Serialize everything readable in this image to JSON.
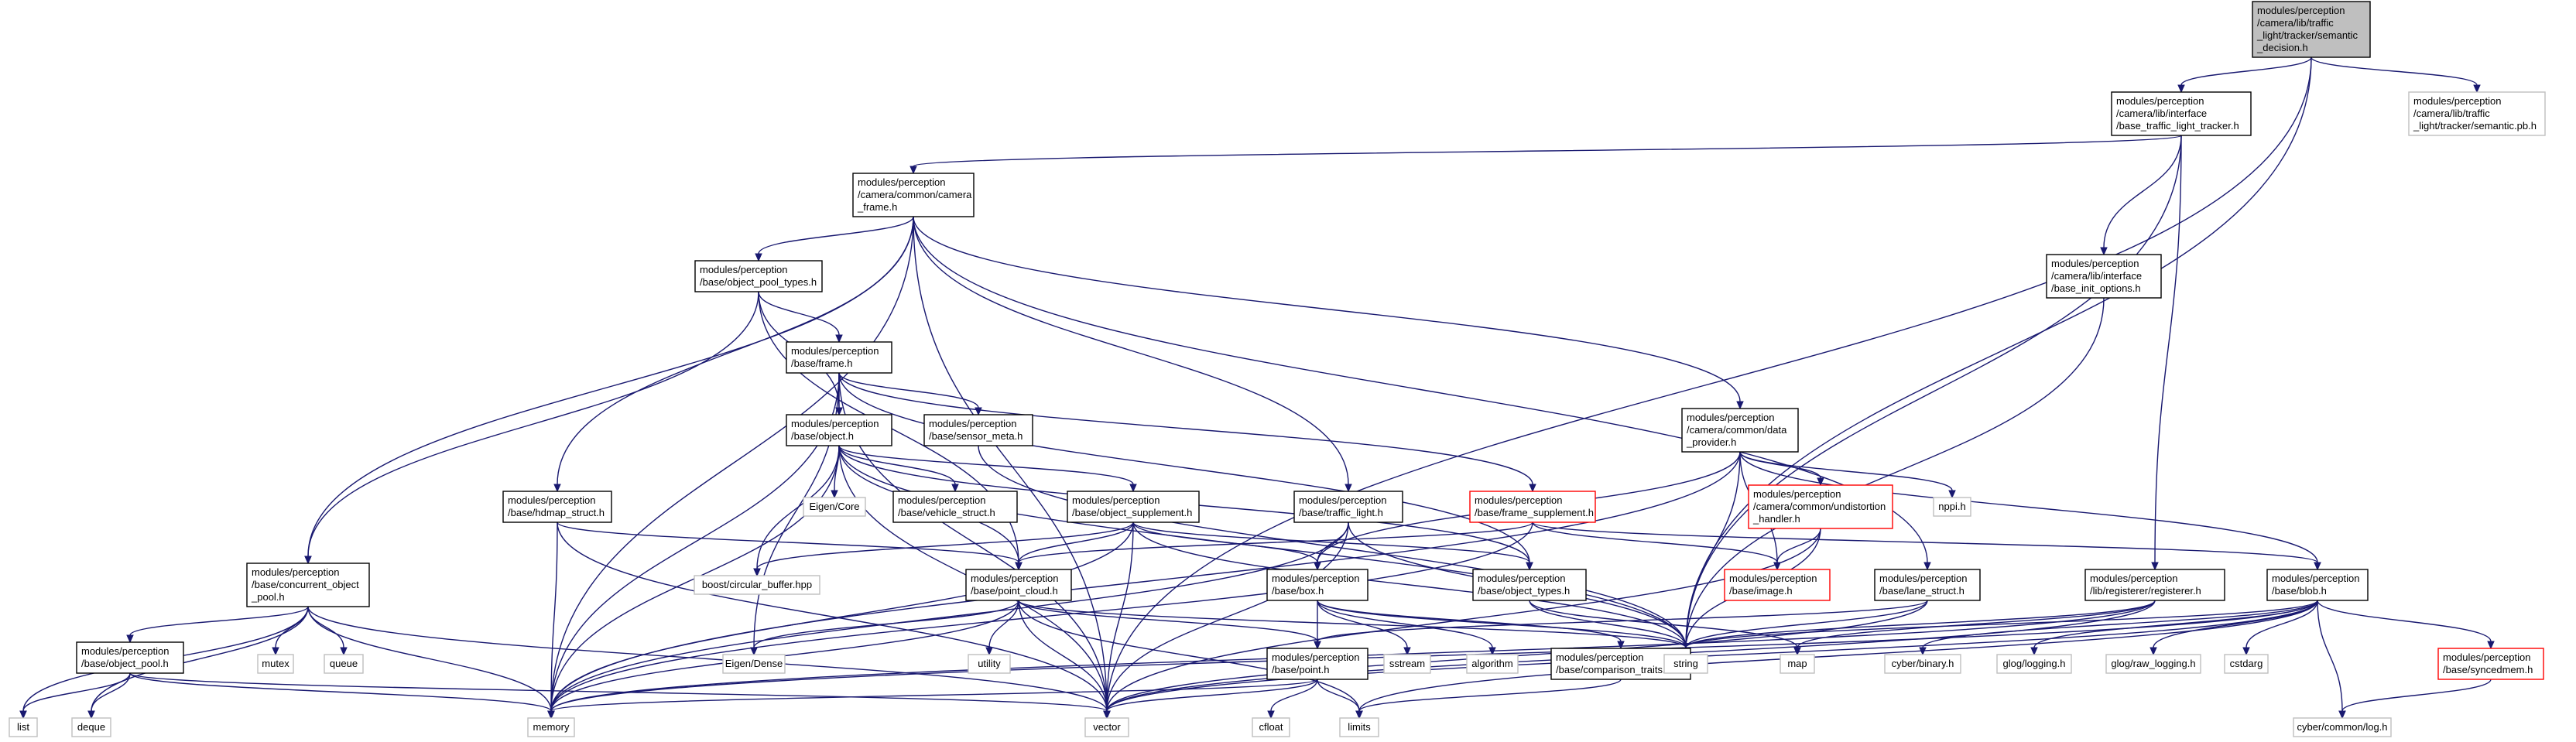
{
  "graph": {
    "nodes": [
      {
        "id": "root",
        "style": "root",
        "lines": [
          "modules/perception",
          "/camera/lib/traffic",
          "_light/tracker/semantic",
          "_decision.h"
        ]
      },
      {
        "id": "tracker_iface",
        "style": "std",
        "lines": [
          "modules/perception",
          "/camera/lib/interface",
          "/base_traffic_light_tracker.h"
        ]
      },
      {
        "id": "semantic_pb",
        "style": "ext",
        "lines": [
          "modules/perception",
          "/camera/lib/traffic",
          "_light/tracker/semantic.pb.h"
        ]
      },
      {
        "id": "camera_frame",
        "style": "std",
        "lines": [
          "modules/perception",
          "/camera/common/camera",
          "_frame.h"
        ]
      },
      {
        "id": "init_options",
        "style": "std",
        "lines": [
          "modules/perception",
          "/camera/lib/interface",
          "/base_init_options.h"
        ]
      },
      {
        "id": "object_pool_types",
        "style": "std",
        "lines": [
          "modules/perception",
          "/base/object_pool_types.h"
        ]
      },
      {
        "id": "frame",
        "style": "std",
        "lines": [
          "modules/perception",
          "/base/frame.h"
        ]
      },
      {
        "id": "data_provider",
        "style": "std",
        "lines": [
          "modules/perception",
          "/camera/common/data",
          "_provider.h"
        ]
      },
      {
        "id": "object",
        "style": "std",
        "lines": [
          "modules/perception",
          "/base/object.h"
        ]
      },
      {
        "id": "sensor_meta",
        "style": "std",
        "lines": [
          "modules/perception",
          "/base/sensor_meta.h"
        ]
      },
      {
        "id": "eigen_core",
        "style": "ext",
        "lines": [
          "Eigen/Core"
        ]
      },
      {
        "id": "vehicle_struct",
        "style": "std",
        "lines": [
          "modules/perception",
          "/base/vehicle_struct.h"
        ]
      },
      {
        "id": "hdmap_struct",
        "style": "std",
        "lines": [
          "modules/perception",
          "/base/hdmap_struct.h"
        ]
      },
      {
        "id": "object_supplement",
        "style": "std",
        "lines": [
          "modules/perception",
          "/base/object_supplement.h"
        ]
      },
      {
        "id": "traffic_light",
        "style": "std",
        "lines": [
          "modules/perception",
          "/base/traffic_light.h"
        ]
      },
      {
        "id": "frame_supplement",
        "style": "red",
        "lines": [
          "modules/perception",
          "/base/frame_supplement.h"
        ]
      },
      {
        "id": "undistortion",
        "style": "red",
        "lines": [
          "modules/perception",
          "/camera/common/undistortion",
          "_handler.h"
        ]
      },
      {
        "id": "nppi",
        "style": "ext",
        "lines": [
          "nppi.h"
        ]
      },
      {
        "id": "concurrent_pool",
        "style": "std",
        "lines": [
          "modules/perception",
          "/base/concurrent_object",
          "_pool.h"
        ]
      },
      {
        "id": "circular_buffer",
        "style": "ext",
        "lines": [
          "boost/circular_buffer.hpp"
        ]
      },
      {
        "id": "point_cloud",
        "style": "std",
        "lines": [
          "modules/perception",
          "/base/point_cloud.h"
        ]
      },
      {
        "id": "box",
        "style": "std",
        "lines": [
          "modules/perception",
          "/base/box.h"
        ]
      },
      {
        "id": "object_types",
        "style": "std",
        "lines": [
          "modules/perception",
          "/base/object_types.h"
        ]
      },
      {
        "id": "image",
        "style": "red",
        "lines": [
          "modules/perception",
          "/base/image.h"
        ]
      },
      {
        "id": "lane_struct",
        "style": "std",
        "lines": [
          "modules/perception",
          "/base/lane_struct.h"
        ]
      },
      {
        "id": "registerer",
        "style": "std",
        "lines": [
          "modules/perception",
          "/lib/registerer/registerer.h"
        ]
      },
      {
        "id": "blob",
        "style": "std",
        "lines": [
          "modules/perception",
          "/base/blob.h"
        ]
      },
      {
        "id": "object_pool",
        "style": "std",
        "lines": [
          "modules/perception",
          "/base/object_pool.h"
        ]
      },
      {
        "id": "mutex",
        "style": "ext",
        "lines": [
          "mutex"
        ]
      },
      {
        "id": "queue",
        "style": "ext",
        "lines": [
          "queue"
        ]
      },
      {
        "id": "eigen_dense",
        "style": "ext",
        "lines": [
          "Eigen/Dense"
        ]
      },
      {
        "id": "utility",
        "style": "ext",
        "lines": [
          "utility"
        ]
      },
      {
        "id": "point",
        "style": "std",
        "lines": [
          "modules/perception",
          "/base/point.h"
        ]
      },
      {
        "id": "sstream",
        "style": "ext",
        "lines": [
          "sstream"
        ]
      },
      {
        "id": "algorithm",
        "style": "ext",
        "lines": [
          "algorithm"
        ]
      },
      {
        "id": "comparison_traits",
        "style": "std",
        "lines": [
          "modules/perception",
          "/base/comparison_traits.h"
        ]
      },
      {
        "id": "string",
        "style": "ext",
        "lines": [
          "string"
        ]
      },
      {
        "id": "map",
        "style": "ext",
        "lines": [
          "map"
        ]
      },
      {
        "id": "cyber_binary",
        "style": "ext",
        "lines": [
          "cyber/binary.h"
        ]
      },
      {
        "id": "glog_logging",
        "style": "ext",
        "lines": [
          "glog/logging.h"
        ]
      },
      {
        "id": "glog_raw",
        "style": "ext",
        "lines": [
          "glog/raw_logging.h"
        ]
      },
      {
        "id": "cstdarg",
        "style": "ext",
        "lines": [
          "cstdarg"
        ]
      },
      {
        "id": "syncedmem",
        "style": "red",
        "lines": [
          "modules/perception",
          "/base/syncedmem.h"
        ]
      },
      {
        "id": "list",
        "style": "ext",
        "lines": [
          "list"
        ]
      },
      {
        "id": "deque",
        "style": "ext",
        "lines": [
          "deque"
        ]
      },
      {
        "id": "memory",
        "style": "ext",
        "lines": [
          "memory"
        ]
      },
      {
        "id": "vector",
        "style": "ext",
        "lines": [
          "vector"
        ]
      },
      {
        "id": "cfloat",
        "style": "ext",
        "lines": [
          "cfloat"
        ]
      },
      {
        "id": "limits",
        "style": "ext",
        "lines": [
          "limits"
        ]
      },
      {
        "id": "cyber_log",
        "style": "ext",
        "lines": [
          "cyber/common/log.h"
        ]
      }
    ],
    "edges": [
      [
        "root",
        "tracker_iface"
      ],
      [
        "root",
        "semantic_pb"
      ],
      [
        "root",
        "string"
      ],
      [
        "root",
        "vector"
      ],
      [
        "tracker_iface",
        "camera_frame"
      ],
      [
        "tracker_iface",
        "init_options"
      ],
      [
        "tracker_iface",
        "registerer"
      ],
      [
        "tracker_iface",
        "string"
      ],
      [
        "camera_frame",
        "object_pool_types"
      ],
      [
        "camera_frame",
        "hdmap_struct"
      ],
      [
        "camera_frame",
        "traffic_light"
      ],
      [
        "camera_frame",
        "data_provider"
      ],
      [
        "camera_frame",
        "lane_struct"
      ],
      [
        "camera_frame",
        "concurrent_pool"
      ],
      [
        "camera_frame",
        "memory"
      ],
      [
        "camera_frame",
        "vector"
      ],
      [
        "init_options",
        "string"
      ],
      [
        "object_pool_types",
        "frame"
      ],
      [
        "object_pool_types",
        "object"
      ],
      [
        "object_pool_types",
        "point_cloud"
      ],
      [
        "object_pool_types",
        "concurrent_pool"
      ],
      [
        "frame",
        "object"
      ],
      [
        "frame",
        "sensor_meta"
      ],
      [
        "frame",
        "frame_supplement"
      ],
      [
        "frame",
        "object_types"
      ],
      [
        "frame",
        "eigen_dense"
      ],
      [
        "frame",
        "memory"
      ],
      [
        "frame",
        "vector"
      ],
      [
        "data_provider",
        "box"
      ],
      [
        "data_provider",
        "image"
      ],
      [
        "data_provider",
        "undistortion"
      ],
      [
        "data_provider",
        "blob"
      ],
      [
        "data_provider",
        "nppi"
      ],
      [
        "data_provider",
        "string"
      ],
      [
        "data_provider",
        "memory"
      ],
      [
        "object",
        "eigen_core"
      ],
      [
        "object",
        "vehicle_struct"
      ],
      [
        "object",
        "object_supplement"
      ],
      [
        "object",
        "object_types"
      ],
      [
        "object",
        "point_cloud"
      ],
      [
        "object",
        "circular_buffer"
      ],
      [
        "object",
        "string"
      ],
      [
        "object",
        "vector"
      ],
      [
        "object",
        "memory"
      ],
      [
        "sensor_meta",
        "string"
      ],
      [
        "hdmap_struct",
        "point_cloud"
      ],
      [
        "hdmap_struct",
        "memory"
      ],
      [
        "hdmap_struct",
        "vector"
      ],
      [
        "object_supplement",
        "point_cloud"
      ],
      [
        "object_supplement",
        "box"
      ],
      [
        "object_supplement",
        "object_types"
      ],
      [
        "object_supplement",
        "circular_buffer"
      ],
      [
        "object_supplement",
        "vector"
      ],
      [
        "object_supplement",
        "string"
      ],
      [
        "object_supplement",
        "memory"
      ],
      [
        "traffic_light",
        "box"
      ],
      [
        "traffic_light",
        "memory"
      ],
      [
        "traffic_light",
        "vector"
      ],
      [
        "traffic_light",
        "string"
      ],
      [
        "frame_supplement",
        "image"
      ],
      [
        "frame_supplement",
        "blob"
      ],
      [
        "frame_supplement",
        "point_cloud"
      ],
      [
        "frame_supplement",
        "memory"
      ],
      [
        "undistortion",
        "image"
      ],
      [
        "undistortion",
        "string"
      ],
      [
        "undistortion",
        "vector"
      ],
      [
        "concurrent_pool",
        "object_pool"
      ],
      [
        "concurrent_pool",
        "list"
      ],
      [
        "concurrent_pool",
        "mutex"
      ],
      [
        "concurrent_pool",
        "queue"
      ],
      [
        "concurrent_pool",
        "deque"
      ],
      [
        "concurrent_pool",
        "memory"
      ],
      [
        "concurrent_pool",
        "vector"
      ],
      [
        "point_cloud",
        "point"
      ],
      [
        "point_cloud",
        "eigen_dense"
      ],
      [
        "point_cloud",
        "utility"
      ],
      [
        "point_cloud",
        "string"
      ],
      [
        "point_cloud",
        "vector"
      ],
      [
        "point_cloud",
        "memory"
      ],
      [
        "point_cloud",
        "limits"
      ],
      [
        "box",
        "point"
      ],
      [
        "box",
        "sstream"
      ],
      [
        "box",
        "algorithm"
      ],
      [
        "box",
        "comparison_traits"
      ],
      [
        "box",
        "string"
      ],
      [
        "object_types",
        "string"
      ],
      [
        "object_types",
        "map"
      ],
      [
        "lane_struct",
        "point"
      ],
      [
        "lane_struct",
        "string"
      ],
      [
        "lane_struct",
        "vector"
      ],
      [
        "registerer",
        "string"
      ],
      [
        "registerer",
        "map"
      ],
      [
        "registerer",
        "vector"
      ],
      [
        "registerer",
        "memory"
      ],
      [
        "blob",
        "syncedmem"
      ],
      [
        "blob",
        "cyber_binary"
      ],
      [
        "blob",
        "glog_logging"
      ],
      [
        "blob",
        "glog_raw"
      ],
      [
        "blob",
        "cstdarg"
      ],
      [
        "blob",
        "string"
      ],
      [
        "blob",
        "vector"
      ],
      [
        "blob",
        "memory"
      ],
      [
        "blob",
        "limits"
      ],
      [
        "blob",
        "cyber_log"
      ],
      [
        "object_pool",
        "list"
      ],
      [
        "object_pool",
        "deque"
      ],
      [
        "object_pool",
        "memory"
      ],
      [
        "object_pool",
        "vector"
      ],
      [
        "point",
        "cfloat"
      ],
      [
        "point",
        "limits"
      ],
      [
        "point",
        "memory"
      ],
      [
        "point",
        "vector"
      ],
      [
        "comparison_traits",
        "limits"
      ],
      [
        "syncedmem",
        "cyber_log"
      ]
    ]
  }
}
